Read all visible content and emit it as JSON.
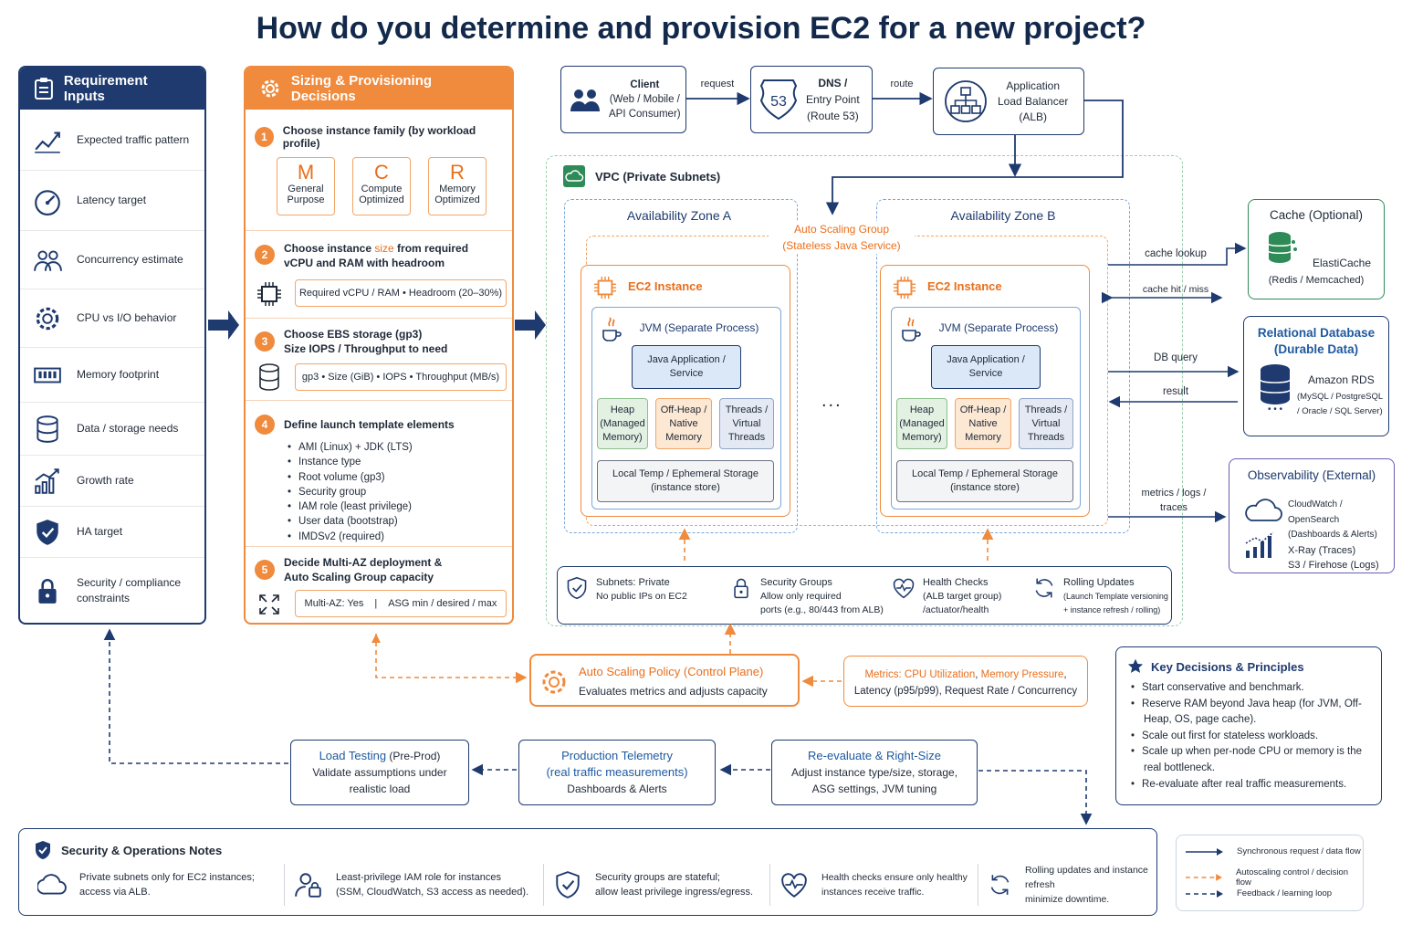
{
  "title": "How do you determine and provision EC2 for a new project?",
  "requirements": {
    "header": "Requirement Inputs",
    "items": [
      {
        "label": "Expected traffic pattern",
        "icon": "trend-chart-icon"
      },
      {
        "label": "Latency target",
        "icon": "gauge-icon"
      },
      {
        "label": "Concurrency estimate",
        "icon": "users-icon"
      },
      {
        "label": "CPU vs I/O behavior",
        "icon": "gear-icon"
      },
      {
        "label": "Memory footprint",
        "icon": "memory-icon"
      },
      {
        "label": "Data / storage needs",
        "icon": "database-icon"
      },
      {
        "label": "Growth rate",
        "icon": "growth-chart-icon"
      },
      {
        "label": "HA target",
        "icon": "shield-check-icon"
      },
      {
        "label": "Security / compliance constraints",
        "icon": "lock-icon"
      }
    ]
  },
  "sizing": {
    "header": "Sizing & Provisioning Decisions",
    "step1": {
      "num": "1",
      "title": "Choose instance family (by workload profile)",
      "families": [
        {
          "letter": "M",
          "name": "General Purpose"
        },
        {
          "letter": "C",
          "name": "Compute Optimized"
        },
        {
          "letter": "R",
          "name": "Memory Optimized"
        }
      ]
    },
    "step2": {
      "num": "2",
      "title_a": "Choose instance ",
      "title_hl": "size",
      "title_b": " from required",
      "title_c": "vCPU and RAM with headroom",
      "pill": "Required vCPU / RAM  •  Headroom (20–30%)"
    },
    "step3": {
      "num": "3",
      "title_a": "Choose EBS storage (gp3)",
      "title_b": "Size IOPS / Throughput to need",
      "pill": "gp3  •  Size (GiB)  •  IOPS  •  Throughput (MB/s)"
    },
    "step4": {
      "num": "4",
      "title": "Define launch template elements",
      "items": [
        "AMI (Linux) + JDK (LTS)",
        "Instance type",
        "Root volume (gp3)",
        "Security group",
        "IAM role (least privilege)",
        "User data (bootstrap)",
        "IMDSv2 (required)"
      ]
    },
    "step5": {
      "num": "5",
      "title_a": "Decide Multi-AZ deployment &",
      "title_b": "Auto Scaling Group capacity",
      "pill_a": "Multi-AZ:  Yes",
      "pill_sep": "|",
      "pill_b": "ASG min / desired / max"
    }
  },
  "top_flow": {
    "client": {
      "title": "Client",
      "line2": "(Web / Mobile /",
      "line3": "API Consumer)"
    },
    "request_label": "request",
    "dns": {
      "title": "DNS /",
      "line2": "Entry Point",
      "line3": "(Route 53)",
      "badge": "53"
    },
    "route_label": "route",
    "alb": {
      "line1": "Application",
      "line2": "Load Balancer",
      "line3": "(ALB)"
    }
  },
  "vpc": {
    "label": "VPC (Private Subnets)",
    "asg_label": "Auto Scaling Group",
    "asg_sub": "(Stateless Java Service)",
    "ellipsis": "...",
    "zones": [
      {
        "name": "Availability Zone A"
      },
      {
        "name": "Availability Zone B"
      }
    ],
    "ec2": {
      "title": "EC2 Instance",
      "jvm": "JVM (Separate Process)",
      "app": "Java Application / Service",
      "heap": "Heap (Managed Memory)",
      "offheap": "Off-Heap / Native Memory",
      "threads": "Threads / Virtual Threads",
      "temp_a": "Local Temp / Ephemeral Storage",
      "temp_b": "(instance store)"
    },
    "footer": [
      {
        "icon": "shield-check-icon",
        "title": "Subnets: Private",
        "desc": "No public IPs on EC2",
        "desc2": ""
      },
      {
        "icon": "lock-icon",
        "title": "Security Groups",
        "desc": "Allow only required",
        "desc2": "ports (e.g., 80/443 from ALB)"
      },
      {
        "icon": "heart-pulse-icon",
        "title": "Health Checks",
        "desc": "(ALB target group)",
        "desc2": "/actuator/health"
      },
      {
        "icon": "refresh-icon",
        "title": "Rolling Updates",
        "desc": "(Launch Template versioning",
        "desc2": "+ instance refresh / rolling)"
      }
    ]
  },
  "edge_labels": {
    "cache_lookup": "cache lookup",
    "cache_hit": "cache hit / miss",
    "db_query": "DB query",
    "result": "result",
    "metrics_a": "metrics / logs /",
    "metrics_b": "traces"
  },
  "cache": {
    "title": "Cache (Optional)",
    "name": "ElastiCache",
    "desc": "(Redis / Memcached)"
  },
  "rds": {
    "title_a": "Relational Database",
    "title_b": "(Durable Data)",
    "name": "Amazon RDS",
    "desc_a": "(MySQL / PostgreSQL",
    "desc_b": "/ Oracle / SQL Server)"
  },
  "observability": {
    "title": "Observability (External)",
    "line1": "CloudWatch / OpenSearch",
    "line2": "(Dashboards & Alerts)",
    "line3": "X-Ray (Traces)",
    "line4": "S3 / Firehose (Logs)"
  },
  "policy": {
    "title_a": "Auto Scaling Policy",
    "title_b": " (Control Plane)",
    "desc": "Evaluates metrics and adjusts capacity"
  },
  "metrics_box": {
    "hl_a": "Metrics: CPU Utilization",
    "sep": ", ",
    "hl_b": "Memory Pressure",
    "tail": ",",
    "line2": "Latency (p95/p99), Request Rate / Concurrency"
  },
  "loop": {
    "load_test": {
      "title_a": "Load Testing",
      "title_b": " (Pre-Prod)",
      "desc_a": "Validate assumptions under",
      "desc_b": "realistic load"
    },
    "telemetry": {
      "title_a": "Production Telemetry",
      "title_b": "(real traffic measurements)",
      "desc": "Dashboards & Alerts"
    },
    "reevaluate": {
      "title": "Re-evaluate & Right-Size",
      "desc_a": "Adjust instance type/size, storage,",
      "desc_b": "ASG settings, JVM tuning"
    }
  },
  "principles": {
    "title": "Key Decisions & Principles",
    "items": [
      "Start conservative and benchmark.",
      "Reserve RAM beyond Java heap (for JVM, Off-Heap, OS, page cache).",
      "Scale out first for stateless workloads.",
      "Scale up when per-node CPU or memory is the real bottleneck.",
      "Re-evaluate after real traffic measurements."
    ]
  },
  "notes": {
    "title": "Security & Operations Notes",
    "items": [
      {
        "icon": "cloud-icon",
        "a": "Private subnets only for EC2 instances;",
        "b": "access via ALB."
      },
      {
        "icon": "user-lock-icon",
        "a": "Least-privilege IAM role for instances",
        "b": "(SSM, CloudWatch, S3 access as needed)."
      },
      {
        "icon": "shield-check-icon",
        "a": "Security groups are stateful;",
        "b": "allow least privilege ingress/egress."
      },
      {
        "icon": "heart-pulse-icon",
        "a": "Health checks ensure only healthy",
        "b": "instances receive traffic."
      },
      {
        "icon": "refresh-icon",
        "a": "Rolling updates and instance refresh",
        "b": "minimize downtime."
      }
    ]
  },
  "legend": {
    "items": [
      {
        "label": "Synchronous request / data flow",
        "style": "solid",
        "color": "#1e3a6e"
      },
      {
        "label": "Autoscaling control / decision flow",
        "style": "dashed",
        "color": "#f08a3c"
      },
      {
        "label": "Feedback / learning loop",
        "style": "dashed",
        "color": "#1e3a6e"
      }
    ]
  },
  "colors": {
    "navy": "#1e3a6e",
    "orange": "#f08a3c",
    "green": "#2e8b57",
    "purple": "#6b5fb0"
  }
}
